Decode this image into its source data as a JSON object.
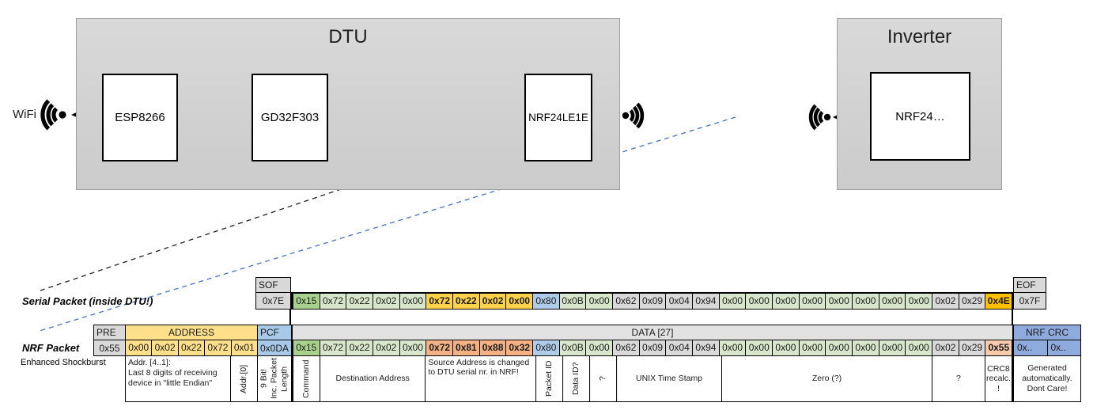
{
  "diagram": {
    "wifi_label": "WiFi",
    "dtu": {
      "title": "DTU",
      "esp8266": "ESP8266",
      "gd32f303": "GD32F303",
      "nrf24le1e": "NRF24LE1E"
    },
    "inverter": {
      "title": "Inverter",
      "nrf24": "NRF24…"
    },
    "colors": {
      "orange_arrow": "#ed7d31",
      "green_arrow": "#70ad47",
      "blue_dashed_line": "#4472c4",
      "black_dashed_line": "#222222"
    }
  },
  "serial_packet": {
    "label": "Serial Packet (inside DTU!)",
    "sof": {
      "header": "SOF",
      "value": "0x7E"
    },
    "eof": {
      "header": "EOF",
      "value": "0x7F"
    },
    "bytes": [
      {
        "v": "0x15",
        "c": "cmd"
      },
      {
        "v": "0x72",
        "c": "lg"
      },
      {
        "v": "0x22",
        "c": "lg"
      },
      {
        "v": "0x02",
        "c": "lg"
      },
      {
        "v": "0x00",
        "c": "lg"
      },
      {
        "v": "0x72",
        "c": "yel",
        "b": true
      },
      {
        "v": "0x22",
        "c": "yel",
        "b": true
      },
      {
        "v": "0x02",
        "c": "yel",
        "b": true
      },
      {
        "v": "0x00",
        "c": "yel",
        "b": true
      },
      {
        "v": "0x80",
        "c": "blu"
      },
      {
        "v": "0x0B",
        "c": "lg"
      },
      {
        "v": "0x00",
        "c": "lg"
      },
      {
        "v": "0x62",
        "c": "gry"
      },
      {
        "v": "0x09",
        "c": "gry"
      },
      {
        "v": "0x04",
        "c": "gry"
      },
      {
        "v": "0x94",
        "c": "gry"
      },
      {
        "v": "0x00",
        "c": "lg"
      },
      {
        "v": "0x00",
        "c": "lg"
      },
      {
        "v": "0x00",
        "c": "lg"
      },
      {
        "v": "0x00",
        "c": "lg"
      },
      {
        "v": "0x00",
        "c": "lg"
      },
      {
        "v": "0x00",
        "c": "lg"
      },
      {
        "v": "0x00",
        "c": "lg"
      },
      {
        "v": "0x00",
        "c": "lg"
      },
      {
        "v": "0x02",
        "c": "gry"
      },
      {
        "v": "0x29",
        "c": "gry"
      },
      {
        "v": "0x4E",
        "c": "gold",
        "b": true
      }
    ]
  },
  "nrf_packet": {
    "label": "NRF Packet",
    "sublabel": "Enhanced Shockburst",
    "pre": {
      "header": "PRE",
      "value": "0x55"
    },
    "address": {
      "header": "ADDRESS",
      "values": [
        "0x00",
        "0x02",
        "0x22",
        "0x72",
        "0x01"
      ]
    },
    "pcf": {
      "header": "PCF",
      "value": "0x0DA"
    },
    "data_header": "DATA [27]",
    "bytes": [
      {
        "v": "0x15",
        "c": "cmd"
      },
      {
        "v": "0x72",
        "c": "lg"
      },
      {
        "v": "0x22",
        "c": "lg"
      },
      {
        "v": "0x02",
        "c": "lg"
      },
      {
        "v": "0x00",
        "c": "lg"
      },
      {
        "v": "0x72",
        "c": "sal",
        "b": true
      },
      {
        "v": "0x81",
        "c": "sal",
        "b": true
      },
      {
        "v": "0x88",
        "c": "sal",
        "b": true
      },
      {
        "v": "0x32",
        "c": "sal",
        "b": true
      },
      {
        "v": "0x80",
        "c": "blu"
      },
      {
        "v": "0x0B",
        "c": "lg"
      },
      {
        "v": "0x00",
        "c": "lg"
      },
      {
        "v": "0x62",
        "c": "gry"
      },
      {
        "v": "0x09",
        "c": "gry"
      },
      {
        "v": "0x04",
        "c": "gry"
      },
      {
        "v": "0x94",
        "c": "gry"
      },
      {
        "v": "0x00",
        "c": "lg"
      },
      {
        "v": "0x00",
        "c": "lg"
      },
      {
        "v": "0x00",
        "c": "lg"
      },
      {
        "v": "0x00",
        "c": "lg"
      },
      {
        "v": "0x00",
        "c": "lg"
      },
      {
        "v": "0x00",
        "c": "lg"
      },
      {
        "v": "0x00",
        "c": "lg"
      },
      {
        "v": "0x00",
        "c": "lg"
      },
      {
        "v": "0x02",
        "c": "gry"
      },
      {
        "v": "0x29",
        "c": "gry"
      },
      {
        "v": "0x55",
        "c": "sal2",
        "b": true
      }
    ],
    "crc": {
      "header": "NRF CRC",
      "values": [
        "0x..",
        "0x.."
      ],
      "note": "Generated automatically. Dont Care!"
    }
  },
  "annotations": {
    "addr_high": "Addr. [4..1]:\nLast 8 digits of receiving device in \"little Endian\"",
    "addr_low": "Addr.[0]",
    "pcf": "9 Bit!\nInc. Packet\nLength",
    "data_cells": [
      {
        "text": "Command",
        "span": 1,
        "vertical": true,
        "name": "annotation-command"
      },
      {
        "text": "Destination Address",
        "span": 4,
        "name": "annotation-destination-address"
      },
      {
        "text": "Source Address is changed to DTU serial nr. in NRF!",
        "span": 4,
        "c": "sal",
        "align": "left",
        "name": "annotation-source-address-note"
      },
      {
        "text": "Packet ID",
        "span": 1,
        "vertical": true,
        "name": "annotation-packet-id"
      },
      {
        "text": "Data ID?",
        "span": 1,
        "vertical": true,
        "name": "annotation-data-id"
      },
      {
        "text": "?",
        "span": 1,
        "vertical": true,
        "name": "annotation-unknown-flag"
      },
      {
        "text": "UNIX Time Stamp",
        "span": 4,
        "name": "annotation-unix-time-stamp"
      },
      {
        "text": "Zero (?)",
        "span": 8,
        "name": "annotation-zero"
      },
      {
        "text": "?",
        "span": 2,
        "name": "annotation-unknown"
      },
      {
        "text": "CRC8 recalc. !",
        "span": 1,
        "c": "sal2",
        "name": "annotation-crc8-note"
      }
    ]
  }
}
